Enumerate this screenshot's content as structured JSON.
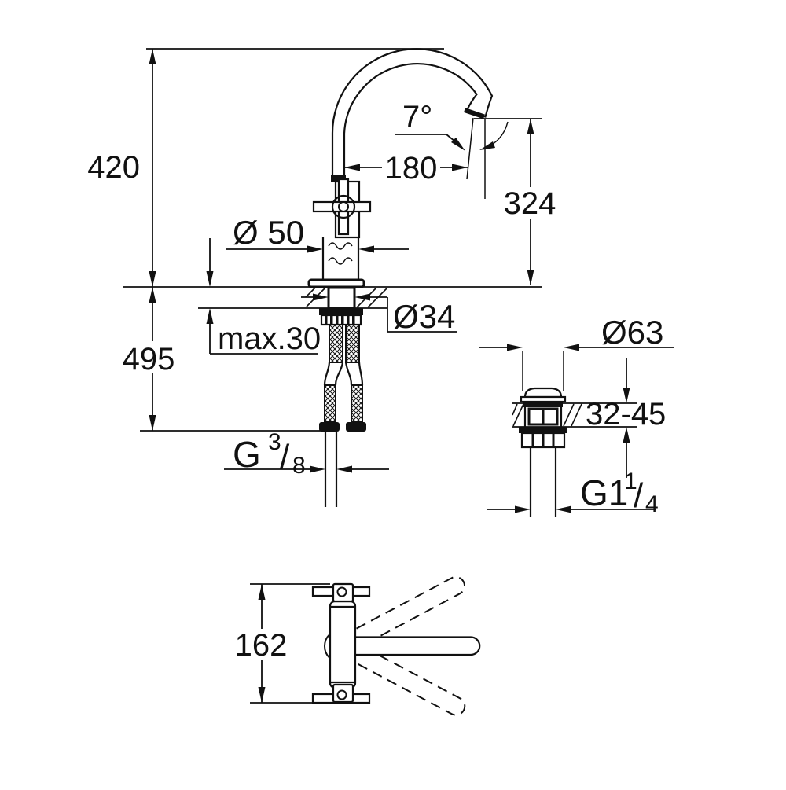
{
  "drawing": {
    "type": "technical-dimension-drawing",
    "subject": "basin mixer faucet with pop-up waste",
    "line_color": "#111111",
    "background": "#ffffff"
  },
  "front_view": {
    "dim_height_total": "420",
    "dim_height_below_counter": "495",
    "dim_max_counter_thickness": "max.30",
    "dim_body_diameter": "Ø 50",
    "dim_shank_diameter": "Ø34",
    "dim_spout_reach": "180",
    "dim_spout_outlet_height": "324",
    "dim_spout_angle": "7°",
    "supply_thread": {
      "prefix": "G",
      "numerator": "3",
      "slash": "/",
      "denominator": "8"
    }
  },
  "drain_view": {
    "dim_flange_diameter": "Ø63",
    "dim_deck_thickness_range": "32-45",
    "waste_thread": {
      "prefix": "G1",
      "numerator": "1",
      "slash": "/",
      "denominator": "4"
    }
  },
  "top_view": {
    "dim_handle_span": "162"
  }
}
